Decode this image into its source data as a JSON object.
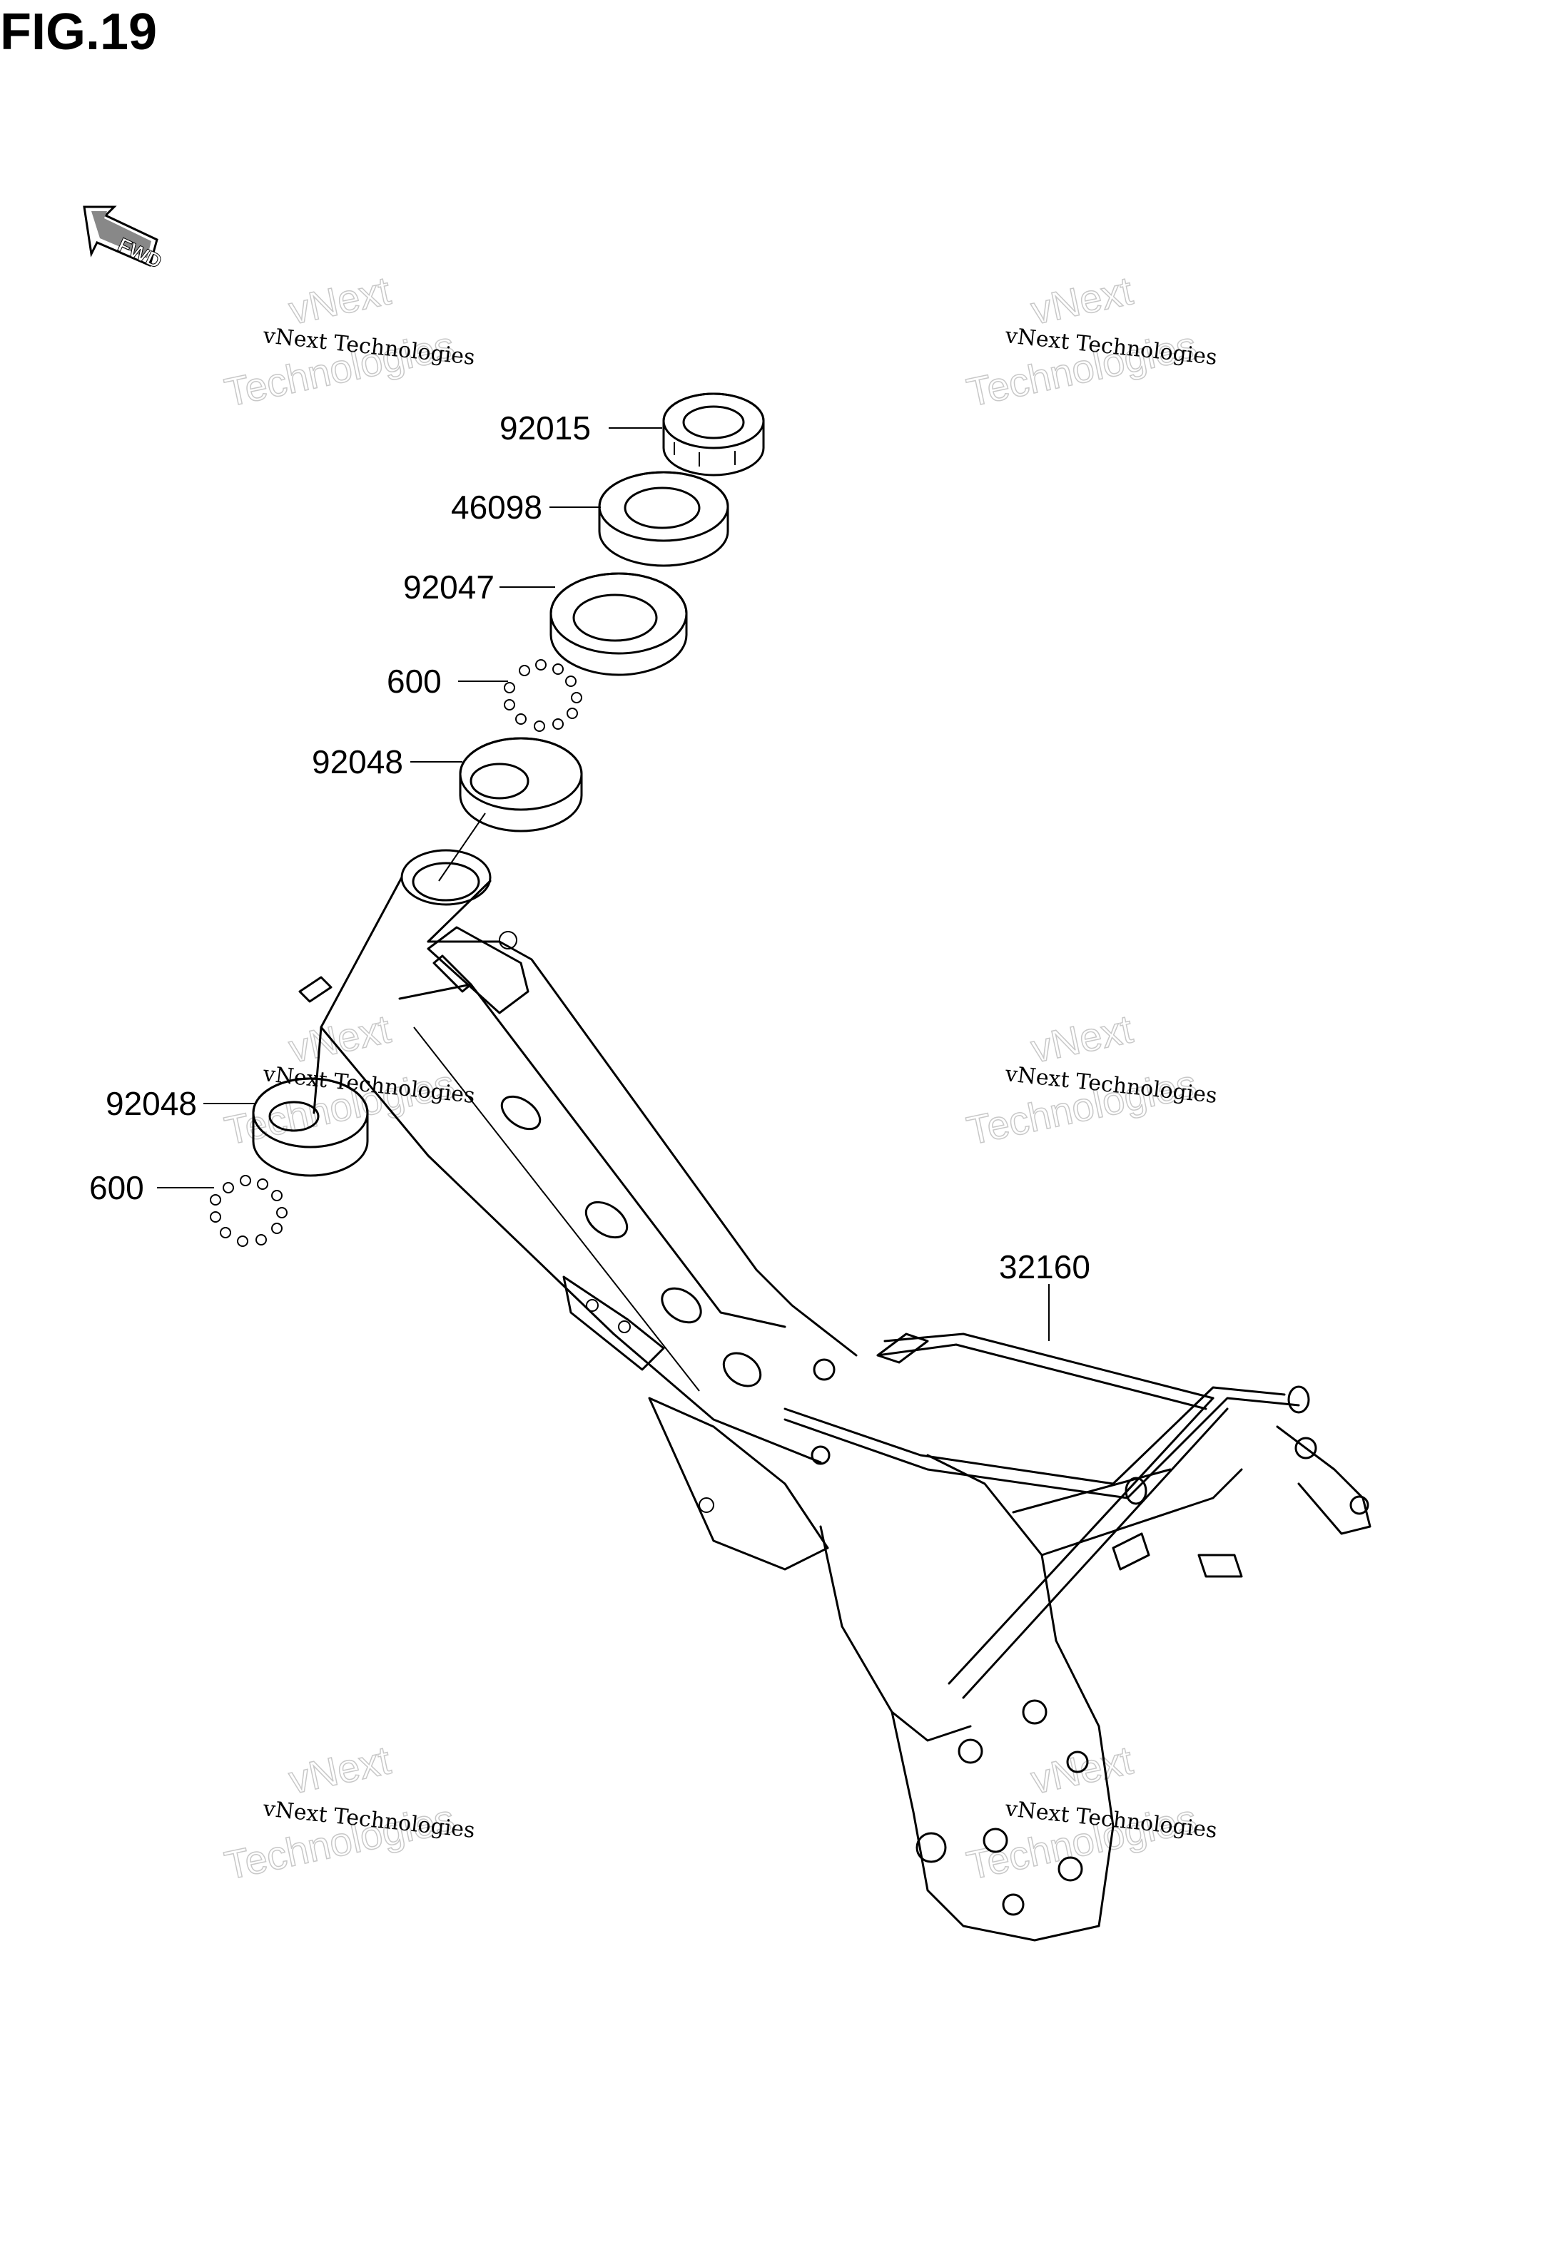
{
  "figure": {
    "title": "FIG.19"
  },
  "fwd_label": "FWD",
  "watermark": {
    "line1": "vNext Technologies",
    "line2": "vNext",
    "line3": "Technologies"
  },
  "callouts": [
    {
      "part": "92015"
    },
    {
      "part": "46098"
    },
    {
      "part": "92047"
    },
    {
      "part": "600"
    },
    {
      "part": "92048"
    },
    {
      "part": "92048"
    },
    {
      "part": "600"
    },
    {
      "part": "32160"
    }
  ]
}
